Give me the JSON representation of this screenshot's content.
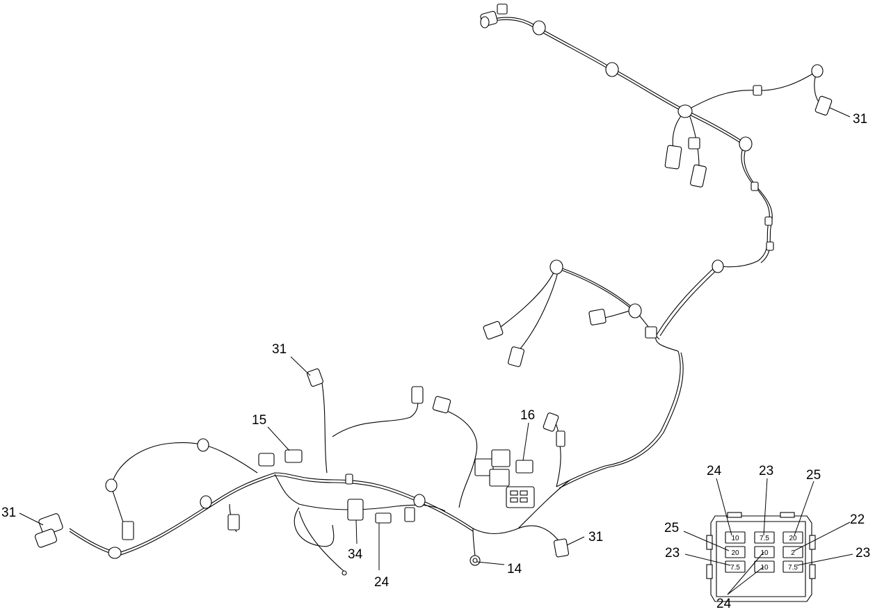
{
  "callouts": {
    "c31_top_right": "31",
    "c31_left": "31",
    "c31_mid": "31",
    "c31_bottom": "31",
    "c15": "15",
    "c16": "16",
    "c34": "34",
    "c24_bottom": "24",
    "c14": "14"
  },
  "fuse_block_callouts": {
    "top_left_24": "24",
    "top_mid_23": "23",
    "top_right_25": "25",
    "left_25": "25",
    "right_22": "22",
    "left_23": "23",
    "right_23": "23",
    "bottom_24": "24"
  },
  "fuse_ratings": {
    "r1": [
      "10",
      "7.5",
      "20"
    ],
    "r2": [
      "20",
      "10",
      "2"
    ],
    "r3": [
      "7.5",
      "10",
      "7.5"
    ]
  }
}
